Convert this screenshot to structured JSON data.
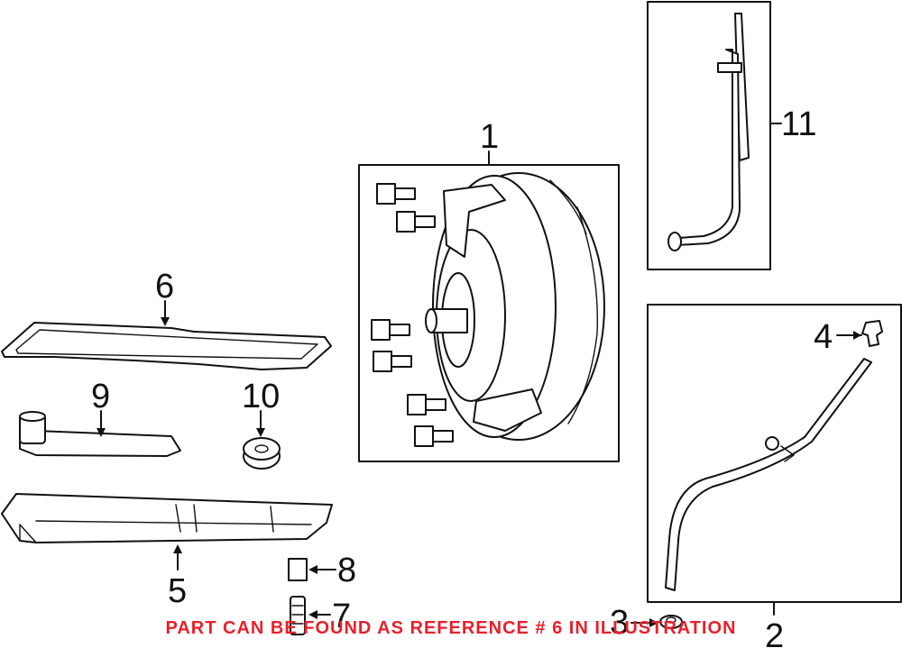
{
  "notice": "PART CAN BE FOUND AS REFERENCE # 6 IN ILLUSTRATION",
  "callouts": {
    "c1": "1",
    "c2": "2",
    "c3": "3",
    "c4": "4",
    "c5": "5",
    "c6": "6",
    "c7": "7",
    "c8": "8",
    "c9": "9",
    "c10": "10",
    "c11": "11"
  },
  "colors": {
    "notice": "#e8202a",
    "line": "#111111"
  }
}
